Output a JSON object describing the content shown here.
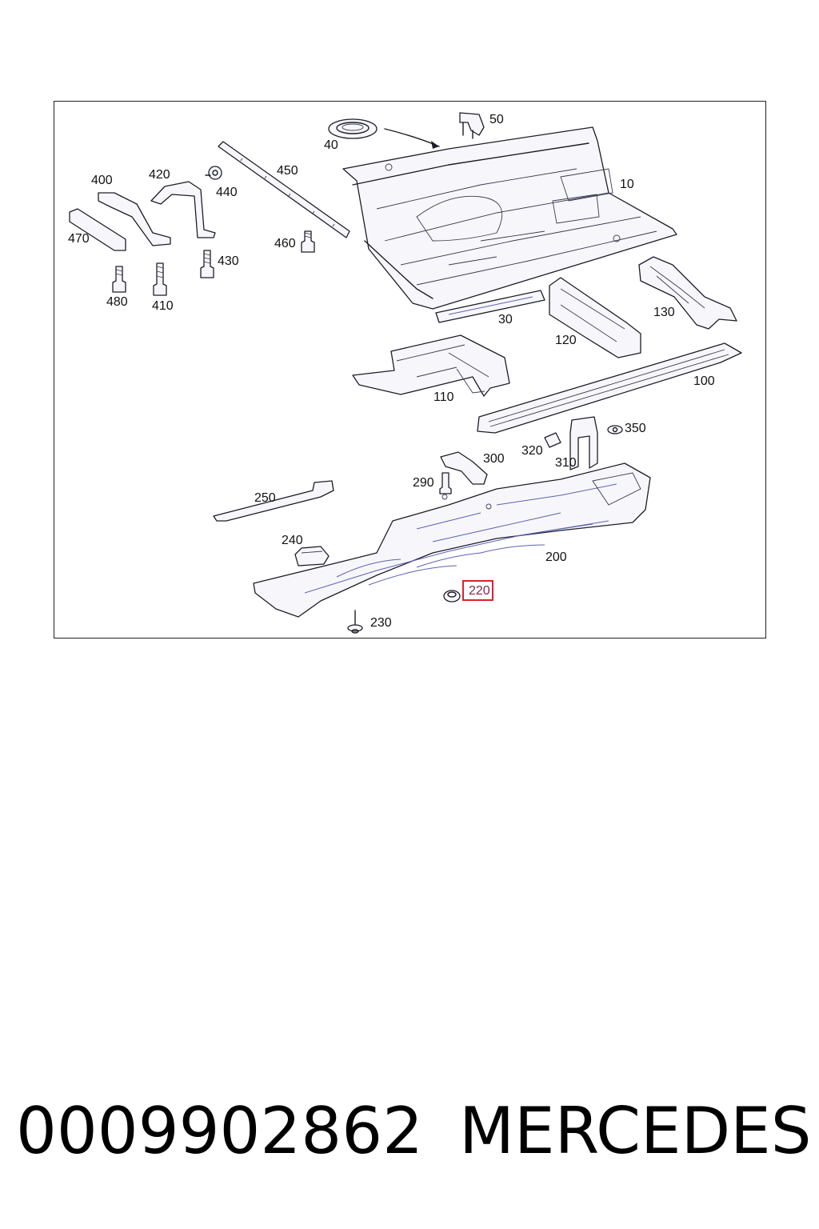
{
  "diagram": {
    "callouts": [
      {
        "id": "40",
        "label": "40"
      },
      {
        "id": "50",
        "label": "50"
      },
      {
        "id": "10",
        "label": "10"
      },
      {
        "id": "400",
        "label": "400"
      },
      {
        "id": "420",
        "label": "420"
      },
      {
        "id": "440",
        "label": "440"
      },
      {
        "id": "450",
        "label": "450"
      },
      {
        "id": "470",
        "label": "470"
      },
      {
        "id": "460",
        "label": "460"
      },
      {
        "id": "430",
        "label": "430"
      },
      {
        "id": "480",
        "label": "480"
      },
      {
        "id": "410",
        "label": "410"
      },
      {
        "id": "30",
        "label": "30"
      },
      {
        "id": "120",
        "label": "120"
      },
      {
        "id": "130",
        "label": "130"
      },
      {
        "id": "110",
        "label": "110"
      },
      {
        "id": "100",
        "label": "100"
      },
      {
        "id": "350",
        "label": "350"
      },
      {
        "id": "320",
        "label": "320"
      },
      {
        "id": "310",
        "label": "310"
      },
      {
        "id": "300",
        "label": "300"
      },
      {
        "id": "290",
        "label": "290"
      },
      {
        "id": "250",
        "label": "250"
      },
      {
        "id": "240",
        "label": "240"
      },
      {
        "id": "200",
        "label": "200"
      },
      {
        "id": "220",
        "label": "220",
        "highlighted": true
      },
      {
        "id": "230",
        "label": "230"
      }
    ],
    "highlight_color": "#d9232a"
  },
  "footer": {
    "part_number": "0009902862",
    "brand": "MERCEDES"
  }
}
